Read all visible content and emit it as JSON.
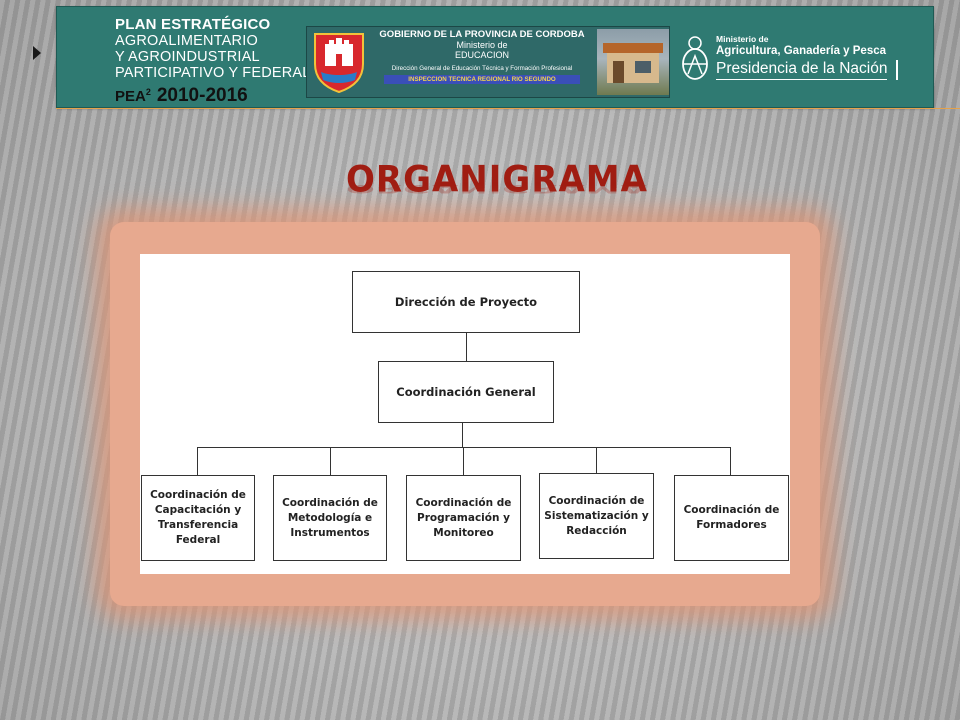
{
  "colors": {
    "banner": "#2f7a72",
    "title": "#a01d12",
    "chart_glow": "#e7a98f"
  },
  "banner": {
    "plan": {
      "lines": [
        "PLAN ESTRATÉGICO",
        "AGROALIMENTARIO",
        "Y AGROINDUSTRIAL",
        "PARTICIPATIVO Y FEDERAL"
      ],
      "acronym": "PEA",
      "acronym_sup": "2",
      "years": "2010-2016"
    },
    "cordoba": {
      "title": "GOBIERNO DE LA PROVINCIA DE CORDOBA",
      "ministry_1": "Ministerio de",
      "ministry_2": "EDUCACION",
      "direction": "Dirección General de Educación Técnica y Formación Profesional",
      "inspection": "INSPECCION TECNICA REGIONAL RIO SEGUNDO"
    },
    "ministry": {
      "line1": "Ministerio de",
      "line2": "Agricultura, Ganadería y Pesca",
      "line3": "Presidencia de la Nación"
    },
    "icons": {
      "arrow": "triangle-right-icon",
      "shield": "cordoba-shield-icon",
      "emblem": "argentina-emblem-icon",
      "photo": "house-photo-icon"
    }
  },
  "title": "ORGANIGRAMA",
  "org": {
    "top": "Dirección de Proyecto",
    "middle": "Coordinación General",
    "children": [
      "Coordinación de Capacitación y Transferencia Federal",
      "Coordinación de Metodología e Instrumentos",
      "Coordinación de Programación y Monitoreo",
      "Coordinación de Sistematización y Redacción",
      "Coordinación de Formadores"
    ]
  }
}
